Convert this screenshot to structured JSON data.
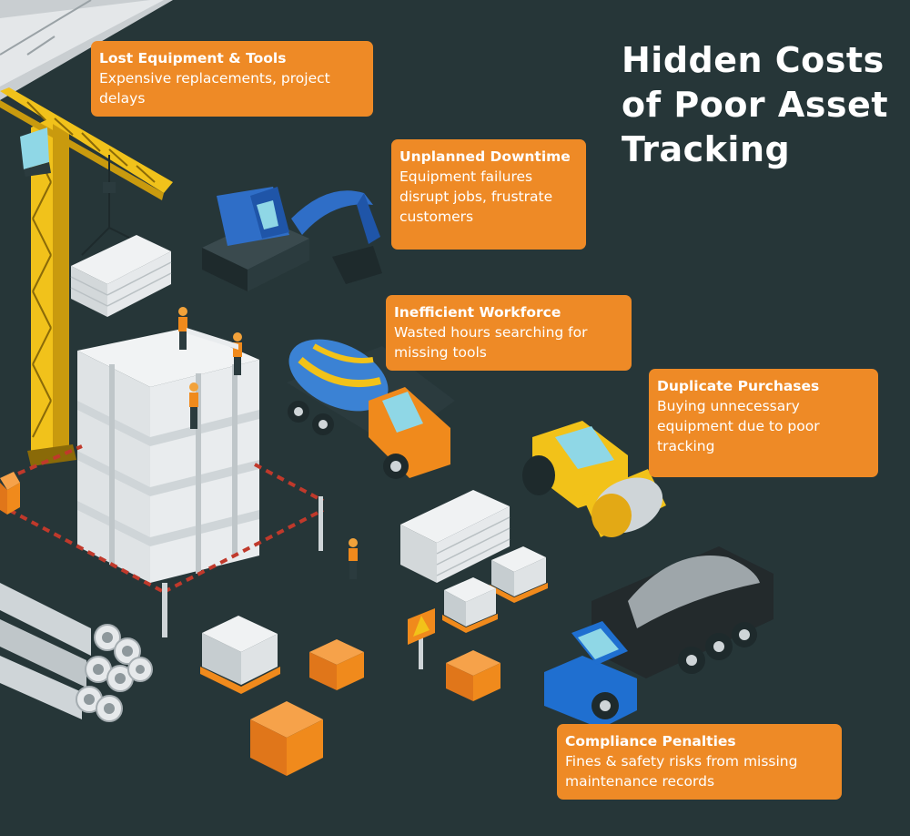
{
  "title": {
    "line1": "Hidden Costs",
    "line2": "of Poor Asset",
    "line3": "Tracking"
  },
  "cards": [
    {
      "heading": "Lost Equipment & Tools",
      "text": "Expensive replacements, project delays"
    },
    {
      "heading": "Unplanned Downtime",
      "text": "Equipment failures disrupt jobs, frustrate customers"
    },
    {
      "heading": "Inefficient Workforce",
      "text": "Wasted hours searching for missing tools"
    },
    {
      "heading": "Duplicate Purchases",
      "text": "Buying unnecessary equipment due to poor tracking"
    },
    {
      "heading": "Compliance Penalties",
      "text": "Fines & safety risks from missing maintenance records"
    }
  ],
  "colors": {
    "background": "#263638",
    "card": "#ee8a26",
    "crane": "#f1c21b",
    "excavator": "#2f6ec7",
    "mixer_drum": "#3b82d4",
    "truck_orange": "#f08a1c",
    "roller": "#f2c219",
    "dump_truck_cab": "#1f6fd0"
  },
  "icons": [
    "tower-crane-icon",
    "excavator-icon",
    "cement-mixer-truck-icon",
    "road-roller-icon",
    "dump-truck-icon",
    "warning-sign-icon",
    "worker-icon"
  ]
}
